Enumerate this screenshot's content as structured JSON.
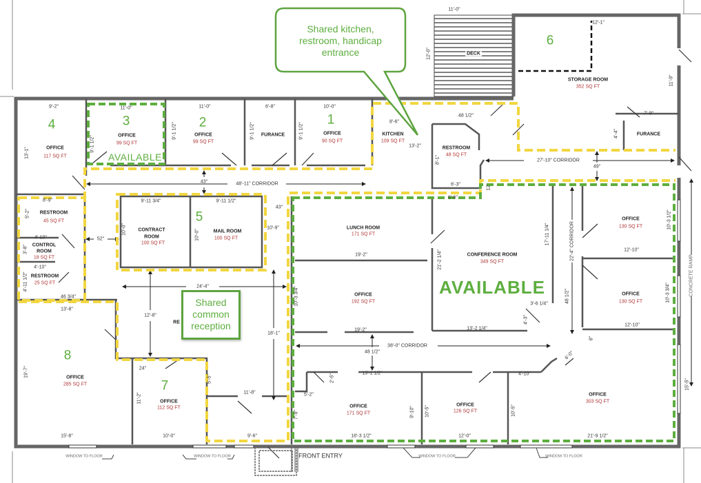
{
  "colors": {
    "available_outline": "#5dae3f",
    "shared_outline": "#f2d640",
    "area_text": "#b03434",
    "wall": "#555555"
  },
  "rooms": [
    {
      "label": "OFFICE",
      "area": "117 SQ FT"
    },
    {
      "label": "OFFICE",
      "area": "99 SQ FT"
    },
    {
      "label": "OFFICE",
      "area": "99 SQ FT"
    },
    {
      "label": "FURANCE"
    },
    {
      "label": "OFFICE",
      "area": "90 SQ FT"
    },
    {
      "label": "KITCHEN",
      "area": "109 SQ FT"
    },
    {
      "label": "RESTROOM",
      "area": "48 SQ FT"
    },
    {
      "label": "STORAGE ROOM",
      "area": "352 SQ FT"
    },
    {
      "label": "FURANCE"
    },
    {
      "label": "DECK"
    },
    {
      "label": "RESTROOM",
      "area": "45 SQ FT"
    },
    {
      "label": "CONTROL",
      "label2": "ROOM",
      "area": "18 SQ FT"
    },
    {
      "label": "RESTROOM",
      "area": "25 SQ FT"
    },
    {
      "label": "CONTRACT",
      "label2": "ROOM",
      "area": "100 SQ FT"
    },
    {
      "label": "MAIL ROOM",
      "area": "100 SQ FT"
    },
    {
      "label": "LUNCH ROOM",
      "area": "171 SQ FT"
    },
    {
      "label": "CONFERENCE ROOM",
      "area": "349 SQ FT"
    },
    {
      "label": "OFFICE",
      "area": "130 SQ FT"
    },
    {
      "label": "OFFICE",
      "area": "130 SQ FT"
    },
    {
      "label": "OFFICE",
      "area": "192 SQ FT"
    },
    {
      "label": "OFFICE",
      "area": "285 SQ FT"
    },
    {
      "label": "OFFICE",
      "area": "112 SQ FT"
    },
    {
      "label": "OFFICE",
      "area": "171 SQ FT"
    },
    {
      "label": "OFFICE",
      "area": "126 SQ FT"
    },
    {
      "label": "OFFICE",
      "area": "303 SQ FT"
    },
    {
      "label": "RE"
    }
  ],
  "unit_numbers": [
    "4",
    "3",
    "2",
    "1",
    "6",
    "5",
    "8",
    "7"
  ],
  "status": {
    "small_available": "AVAILABLE",
    "large_available": "AVAILABLE"
  },
  "callouts": {
    "kitchen": [
      "Shared kitchen,",
      "restroom, handicap",
      "entrance"
    ],
    "reception": [
      "Shared",
      "common",
      "reception"
    ]
  },
  "labels": {
    "window": "WINDOW TO FLOOR",
    "front_entry": "FRONT ENTRY",
    "ramp": "CONCRETE RAMP"
  },
  "dimensions": [
    "9'-2\"",
    "11'-0\"",
    "11'-0\"",
    "6'-8\"",
    "10'-0\"",
    "11'-0\"",
    "12'-0\"",
    "12'-1\"",
    "11'-9\"",
    "7'-9\"",
    "4'-4\"",
    "13'-1\"",
    "9'-1 1/2\"",
    "9'-1 1/2\"",
    "9'-1 1/2\"",
    "9'-1 1/2\"",
    "8'-6\"",
    "48 1/2\"",
    "13'-2\"",
    "8'-1\"",
    "6'-3\"",
    "6'-6\"",
    "12'",
    "27'-10\"  CORRIDOR",
    "49\"",
    "43\"",
    "48'-11\"  CORRIDOR",
    "8'-9\"",
    "5'-2\"",
    "52\"",
    "4'-10\"",
    "3'-8\"",
    "4'-10\"",
    "4'-11 1/2\"",
    "46 3/4\"",
    "13'-8\"",
    "9'-11 3/4\"",
    "9'-11 1/2\"",
    "10'-0\"",
    "10'-0\"",
    "43\"",
    "10'-9\"",
    "19'-2\"",
    "10'-3 3/4\"",
    "24'-4\"",
    "12'-8\"",
    "18'-1\"",
    "17'-11 1/4\"",
    "22'-4\"  CORRIDOR",
    "21'-2 1/4\"",
    "12'-10\"",
    "10'-3 1/2\"",
    "10'-3 3/4\"",
    "12'-10\"",
    "48 1/2\"",
    "3'-6 1/4\"",
    "4'-3\"",
    "13'-2 1/4\"",
    "19'-2\"",
    "8\"",
    "38'-0\"  CORRIDOR",
    "48 1/2\"",
    "13'-1 1/2\"",
    "2'-5\"",
    "5'-2\"",
    "7'-9\"",
    "9'-10\"",
    "10'-5\"",
    "10'-5\"",
    "6'-0\"",
    "4'-10\"",
    "15'-5\"",
    "18'-3 1/2\"",
    "12'-0\"",
    "21'-9 1/2\"",
    "15'-8\"",
    "10'-0\"",
    "9'-6\"",
    "11'-8\"",
    "24\"",
    "19'-7\"",
    "11'-2\"",
    "5'-5\""
  ]
}
